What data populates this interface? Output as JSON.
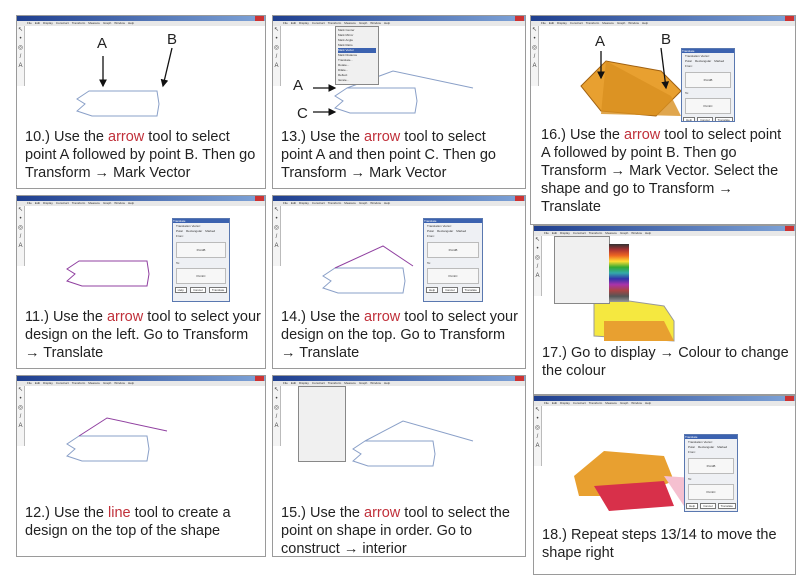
{
  "app_menu": [
    "File",
    "Edit",
    "Display",
    "Construct",
    "Transform",
    "Measure",
    "Graph",
    "Window",
    "Help"
  ],
  "labels": {
    "A": "A",
    "B": "B",
    "C": "C"
  },
  "dialog": {
    "title": "Translate",
    "vector_label": "Translation Vector:",
    "options": [
      "Polar",
      "Rectangular",
      "Marked"
    ],
    "from_label": "From:",
    "from_value": "PointB",
    "to_label": "To:",
    "to_value": "PointC",
    "buttons": [
      "Help",
      "Cancel",
      "Translate"
    ]
  },
  "transform_menu": [
    "Mark Center",
    "Mark Mirror",
    "Mark Angle",
    "Mark Ratio",
    "Mark Vector",
    "Mark Distance",
    "Translate...",
    "Rotate...",
    "Dilate...",
    "Reflect",
    "Iterate..."
  ],
  "colors": {
    "keyword": "#c0303a",
    "window_title": "#1f3f8f",
    "fill_orange": "#e8a030",
    "fill_yellow": "#f5e840",
    "fill_red": "#d8304a"
  },
  "steps": [
    {
      "id": "10",
      "pre": "10.) Use the ",
      "kw": "arrow",
      "post": " tool to select point A followed by  point B. Then go Transform → Mark Vector"
    },
    {
      "id": "13",
      "pre": "13.) Use the ",
      "kw": "arrow",
      "post": " tool to select point A and then point C. Then go Transform → Mark Vector"
    },
    {
      "id": "16",
      "pre": "16.) Use the ",
      "kw": "arrow",
      "post": " tool to select point A followed by  point B. Then go Transform → Mark Vector. Select the shape and go to Transform → Translate"
    },
    {
      "id": "11",
      "pre": "11.) Use the ",
      "kw": "arrow",
      "post": " tool to select your design on the left. Go to Transform → Translate"
    },
    {
      "id": "14",
      "pre": "14.) Use the ",
      "kw": "arrow",
      "post": " tool to select your design on the top. Go to Transform → Translate"
    },
    {
      "id": "17",
      "pre": "17.) Go to display → Colour to change the colour",
      "kw": "",
      "post": ""
    },
    {
      "id": "12",
      "pre": "12.) Use the ",
      "kw": "line",
      "post": " tool to create a design on the top of the shape"
    },
    {
      "id": "15",
      "pre": "15.) Use the ",
      "kw": "arrow",
      "post": " tool to select the point on shape in order. Go to construct → interior"
    },
    {
      "id": "18",
      "pre": "18.) Repeat steps 13/14 to move the shape right",
      "kw": "",
      "post": ""
    }
  ]
}
